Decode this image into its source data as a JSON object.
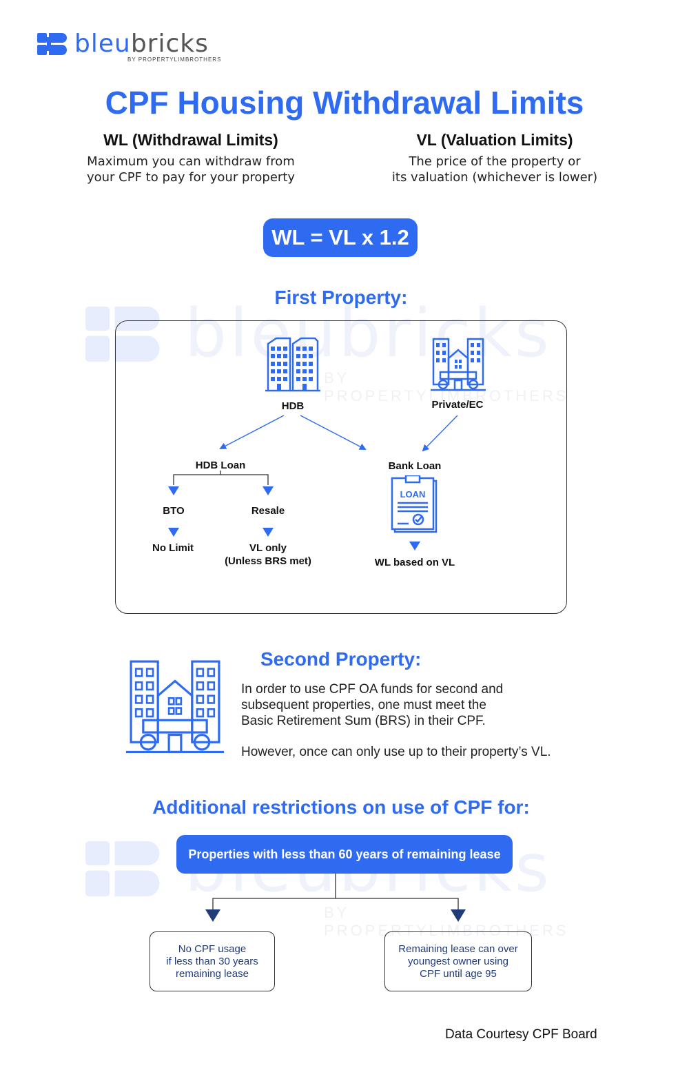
{
  "brand": {
    "name": "bleubricks",
    "tagline": "BY PROPERTYLIMBROTHERS",
    "colors": {
      "primary": "#2f6bf0",
      "dark": "#1f3b7a",
      "watermark": "#e8eefc"
    }
  },
  "title": "CPF Housing Withdrawal Limits",
  "definitions": [
    {
      "heading": "WL (Withdrawal Limits)",
      "line1": "Maximum you can withdraw from",
      "line2": "your CPF to pay for your property"
    },
    {
      "heading": "VL (Valuation Limits)",
      "line1": "The price of the property or",
      "line2": "its valuation (whichever is lower)"
    }
  ],
  "formula": "WL = VL x 1.2",
  "first_property": {
    "heading": "First Property:",
    "hdb": "HDB",
    "private": "Private/EC",
    "hdb_loan": "HDB Loan",
    "bank_loan": "Bank Loan",
    "loan_icon_text": "LOAN",
    "bto": "BTO",
    "resale": "Resale",
    "no_limit": "No Limit",
    "vl_only": "VL only",
    "unless_brs": "(Unless BRS met)",
    "wl_based": "WL based on VL"
  },
  "second_property": {
    "heading": "Second Property:",
    "lines": [
      "In order to use CPF OA funds for second and",
      "subsequent properties, one must meet the",
      "Basic Retirement Sum (BRS) in their CPF."
    ],
    "note": "However, once can only use up to their property’s VL."
  },
  "restrictions": {
    "heading": "Additional restrictions on use of CPF for:",
    "pill": "Properties with less than 60 years of remaining lease",
    "left_box": [
      "No CPF usage",
      "if less than 30 years",
      "remaining lease"
    ],
    "right_box": [
      "Remaining lease can over",
      "youngest owner using",
      "CPF until age 95"
    ]
  },
  "footer": "Data Courtesy CPF Board"
}
